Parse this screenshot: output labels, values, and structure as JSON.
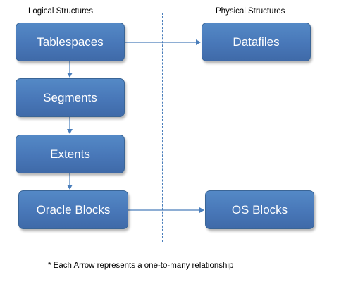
{
  "headers": {
    "logical": "Logical Structures",
    "physical": "Physical Structures"
  },
  "logical_boxes": {
    "tablespaces": "Tablespaces",
    "segments": "Segments",
    "extents": "Extents",
    "oracle_blocks": "Oracle Blocks"
  },
  "physical_boxes": {
    "datafiles": "Datafiles",
    "os_blocks": "OS Blocks"
  },
  "relationships": [
    {
      "from": "Tablespaces",
      "to": "Segments"
    },
    {
      "from": "Segments",
      "to": "Extents"
    },
    {
      "from": "Extents",
      "to": "Oracle Blocks"
    },
    {
      "from": "Tablespaces",
      "to": "Datafiles"
    },
    {
      "from": "Oracle Blocks",
      "to": "OS Blocks"
    }
  ],
  "footnote": "* Each Arrow represents a one-to-many relationship",
  "colors": {
    "box_fill": "#4a7ebb",
    "box_border": "#3a6596",
    "arrow": "#4a7ebb",
    "divider": "#4a7ebb"
  }
}
